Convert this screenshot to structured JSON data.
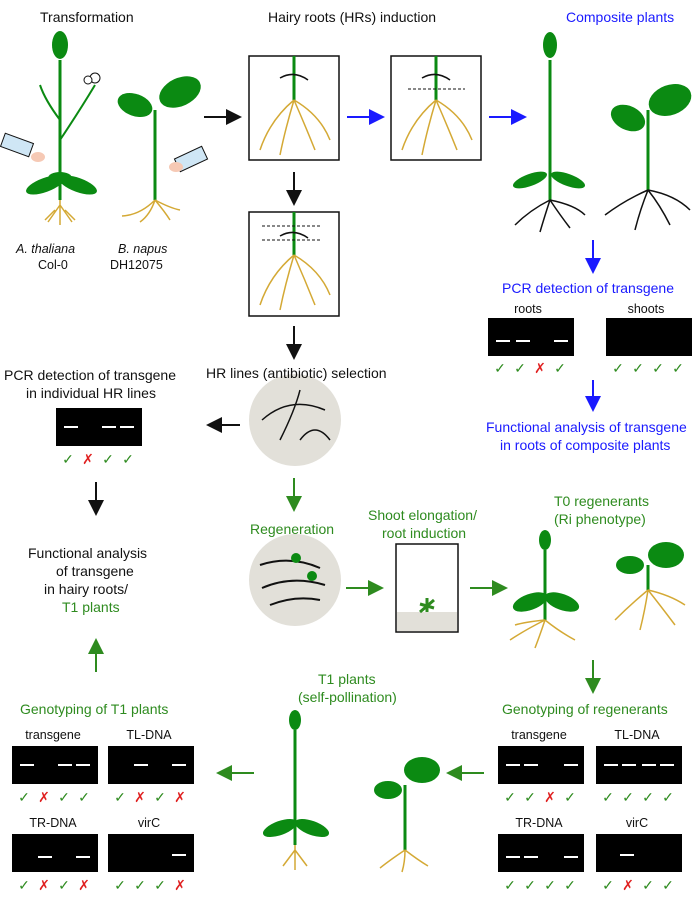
{
  "top": {
    "transformation": "Transformation",
    "hr_induction": "Hairy roots (HRs) induction",
    "composite_plants": "Composite plants",
    "species1": "A. thaliana",
    "strain1": "Col-0",
    "species2": "B. napus",
    "strain2": "DH12075"
  },
  "composite": {
    "pcr_title": "PCR detection of transgene",
    "gel_roots": "roots",
    "gel_shoots": "shoots",
    "roots_results": [
      "✓",
      "✓",
      "✗",
      "✓"
    ],
    "shoots_results": [
      "✓",
      "✓",
      "✓",
      "✓"
    ],
    "functional": "Functional analysis of transgene",
    "functional2": "in roots of composite plants"
  },
  "hr_lines": {
    "selection": "HR lines (antibiotic) selection",
    "pcr_title1": "PCR detection of transgene",
    "pcr_title2": "in individual HR lines",
    "results": [
      "✓",
      "✗",
      "✓",
      "✓"
    ],
    "functional1": "Functional analysis",
    "functional2": "of transgene",
    "functional3": "in hairy roots/",
    "functional4": "T1 plants"
  },
  "regeneration": {
    "label": "Regeneration",
    "shoot1": "Shoot elongation/",
    "shoot2": "root induction",
    "t0_1": "T0 regenerants",
    "t0_2": "(Ri phenotype)"
  },
  "genotyping_regenerants": {
    "title": "Genotyping of regenerants",
    "gels": [
      {
        "label": "transgene",
        "results": [
          "✓",
          "✓",
          "✗",
          "✓"
        ]
      },
      {
        "label": "TL-DNA",
        "results": [
          "✓",
          "✓",
          "✓",
          "✓"
        ]
      },
      {
        "label": "TR-DNA",
        "results": [
          "✓",
          "✓",
          "✓",
          "✓"
        ]
      },
      {
        "label": "virC",
        "results": [
          "✓",
          "✗",
          "✓",
          "✓"
        ]
      }
    ]
  },
  "t1": {
    "title1": "T1 plants",
    "title2": "(self-pollination)"
  },
  "genotyping_t1": {
    "title": "Genotyping of T1 plants",
    "gels": [
      {
        "label": "transgene",
        "results": [
          "✓",
          "✗",
          "✓",
          "✓"
        ]
      },
      {
        "label": "TL-DNA",
        "results": [
          "✓",
          "✗",
          "✓",
          "✗"
        ]
      },
      {
        "label": "TR-DNA",
        "results": [
          "✓",
          "✗",
          "✓",
          "✗"
        ]
      },
      {
        "label": "virC",
        "results": [
          "✓",
          "✓",
          "✓",
          "✗"
        ]
      }
    ]
  },
  "colors": {
    "blue": "#1a1aff",
    "green": "#2e8b1f",
    "root": "#d4a935",
    "leaf": "#0b8a12",
    "red": "#e02020"
  }
}
